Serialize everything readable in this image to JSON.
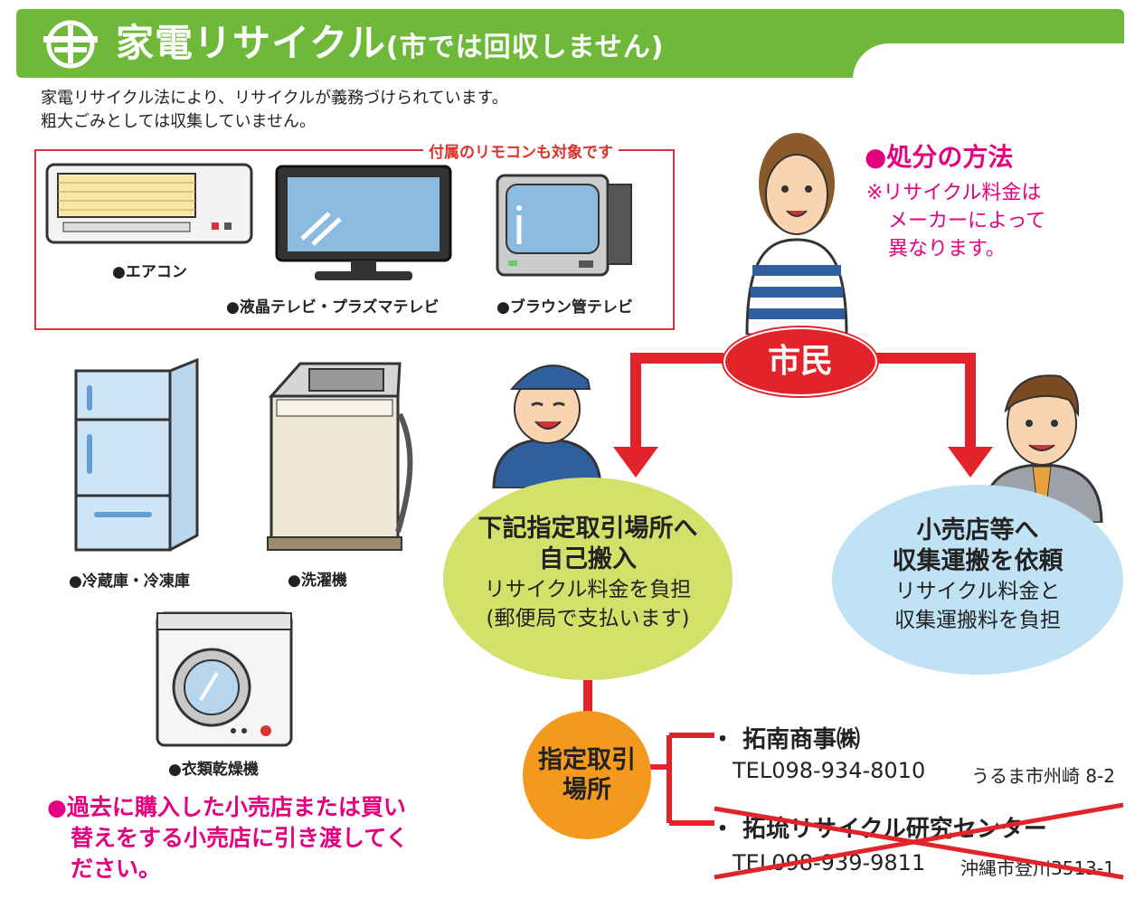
{
  "header": {
    "title": "家電リサイクル",
    "subtitle": "(市では回収しません)"
  },
  "intro": {
    "line1": "家電リサイクル法により、リサイクルが義務づけられています。",
    "line2": "粗大ごみとしては収集していません。"
  },
  "box": {
    "note": "付属のリモコンも対象です",
    "items": [
      "●エアコン",
      "●液晶テレビ・プラズマテレビ",
      "●ブラウン管テレビ"
    ]
  },
  "appliances": [
    "●冷蔵庫・冷凍庫",
    "●洗濯機",
    "●衣類乾燥機"
  ],
  "disposal": {
    "title": "●処分の方法",
    "note_line1": "※リサイクル料金は",
    "note_line2": "メーカーによって",
    "note_line3": "異なります。"
  },
  "citizen_label": "市民",
  "option_self": {
    "line1": "下記指定取引場所へ",
    "line2": "自己搬入",
    "line3": "リサイクル料金を負担",
    "line4": "(郵便局で支払います)"
  },
  "option_store": {
    "line1": "小売店等へ",
    "line2": "収集運搬を依頼",
    "line3": "リサイクル料金と",
    "line4": "収集運搬料を負担"
  },
  "designated": {
    "line1": "指定取引",
    "line2": "場所"
  },
  "contacts": [
    {
      "name": "・ 拓南商事㈱",
      "tel": "TEL098-934-8010",
      "address": "うるま市州崎 8-2"
    },
    {
      "name": "・ 拓琉リサイクル研究センター",
      "tel": "TEL098-939-9811",
      "address": "沖縄市登川3513-1"
    }
  ],
  "footnote": {
    "line1": "●過去に購入した小売店または買い",
    "line2": "替えをする小売店に引き渡してく",
    "line3": "ださい。"
  },
  "colors": {
    "header_green": "#6fb93a",
    "accent_pink": "#e4007f",
    "arrow_red": "#e3232a",
    "self_bubble": "#d3e16a",
    "store_bubble": "#bfe2f4",
    "designated_orange": "#f39a1e"
  }
}
